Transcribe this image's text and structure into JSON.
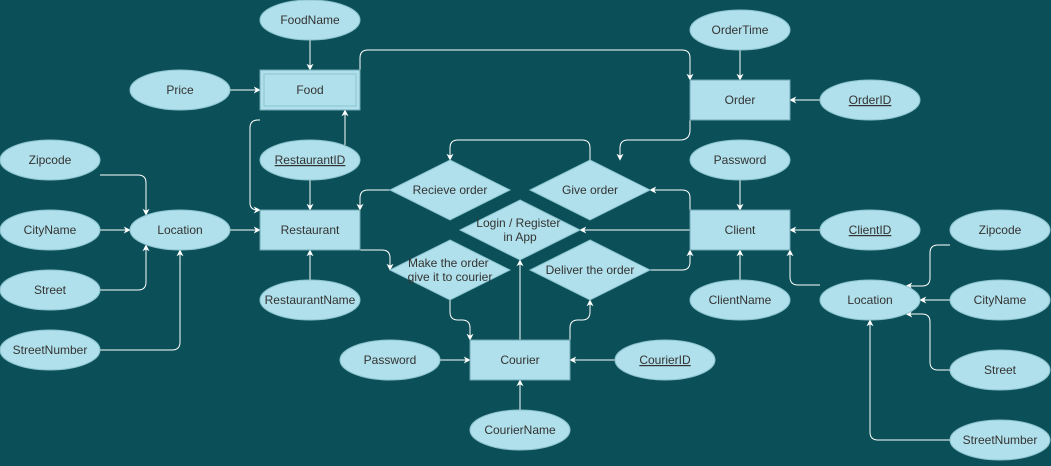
{
  "colors": {
    "background": "#0b5058",
    "node_fill": "#b0e0eb",
    "edge": "#ffffff",
    "text": "#333333"
  },
  "entities": {
    "food": "Food",
    "order": "Order",
    "restaurant": "Restaurant",
    "client": "Client",
    "courier": "Courier"
  },
  "attributes": {
    "food_name": "FoodName",
    "price": "Price",
    "order_time": "OrderTime",
    "order_id": "OrderID",
    "restaurant_id": "RestaurantID",
    "restaurant_name": "RestaurantName",
    "password_client": "Password",
    "client_id": "ClientID",
    "client_name": "ClientName",
    "password_courier": "Password",
    "courier_id": "CourierID",
    "courier_name": "CourierName",
    "location_left": "Location",
    "zipcode_left": "Zipcode",
    "cityname_left": "CityName",
    "street_left": "Street",
    "streetnumber_left": "StreetNumber",
    "location_right": "Location",
    "zipcode_right": "Zipcode",
    "cityname_right": "CityName",
    "street_right": "Street",
    "streetnumber_right": "StreetNumber"
  },
  "relationships": {
    "recieve_order": "Recieve order",
    "give_order": "Give order",
    "login_register": [
      "Login / Register",
      "in App"
    ],
    "make_order_courier": [
      "Make the order",
      "give it to courier"
    ],
    "deliver_order": "Deliver the order"
  }
}
